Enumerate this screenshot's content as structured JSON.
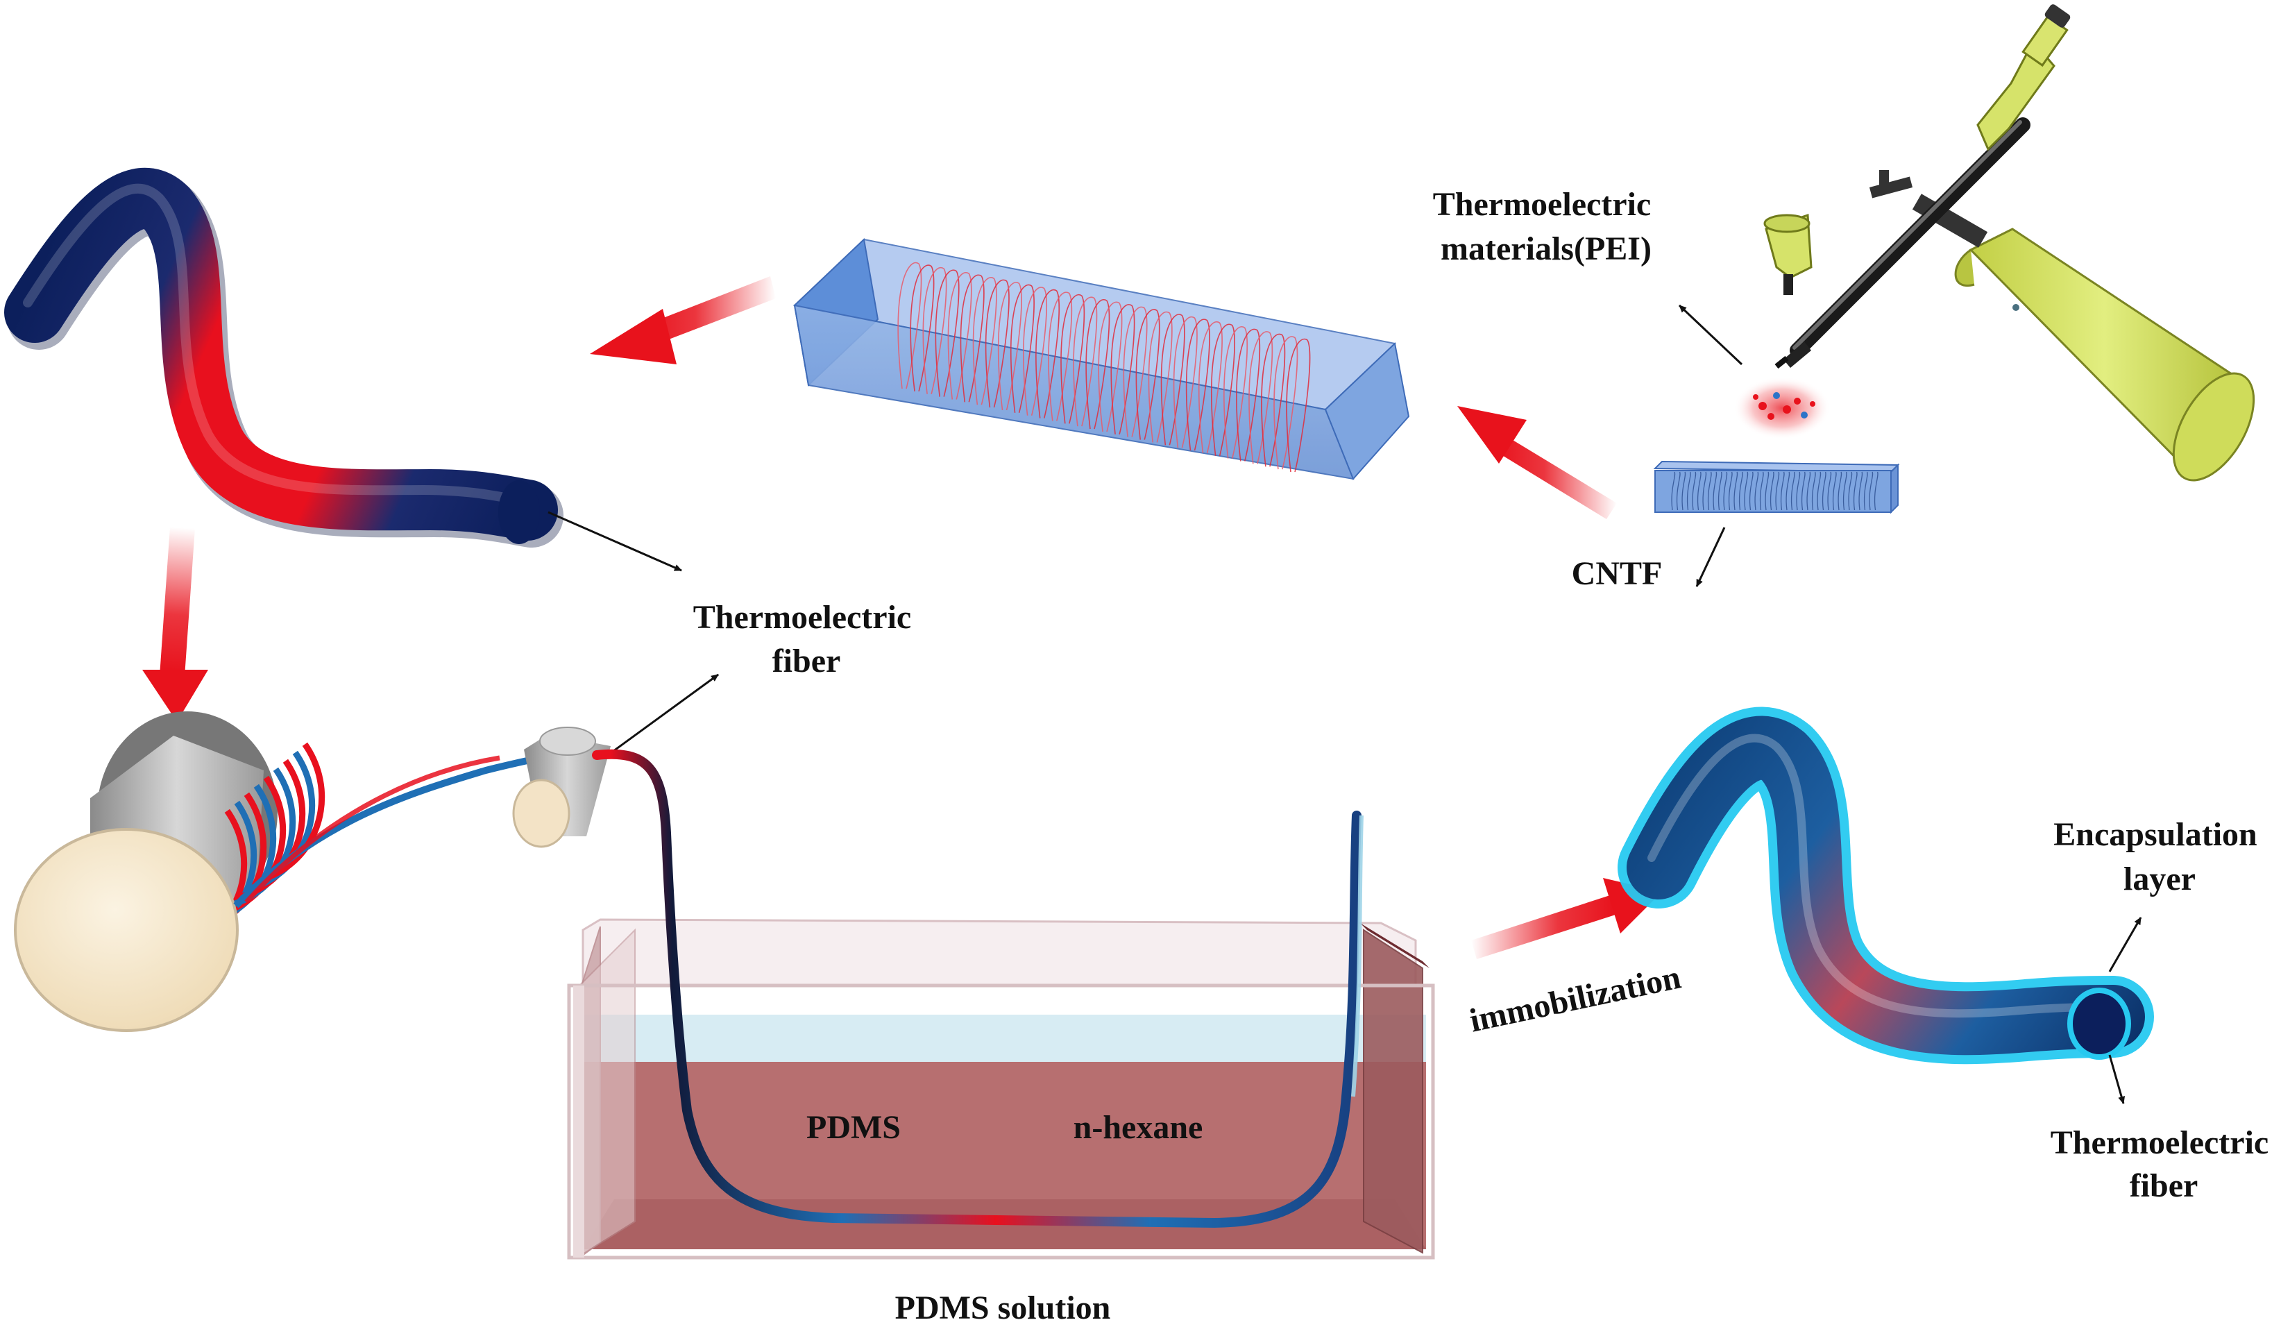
{
  "labels": {
    "thermoelectric_materials": [
      "Thermoelectric",
      "materials(PEI)"
    ],
    "cntf": "CNTF",
    "thermoelectric_fiber_top": [
      "Thermoelectric",
      "fiber"
    ],
    "pdms": "PDMS",
    "n_hexane": "n-hexane",
    "pdms_solution": "PDMS solution",
    "immobilization": "immobilization",
    "encapsulation_layer": [
      "Encapsulation",
      "layer"
    ],
    "thermoelectric_fiber_right": [
      "Thermoelectric",
      "fiber"
    ]
  },
  "colors": {
    "fiber_red": "#e8101e",
    "fiber_navy": "#0c1f5c",
    "fiber_blue": "#1f6fb5",
    "encapsulation_cyan": "#27c9f0",
    "glass_blue": "#5b8ed6",
    "pdms_solution": "#b76f70",
    "hexane_layer": "#d7ecf3",
    "spray_gun_body": "#d6e36a",
    "spool_face": "#f8ebd3",
    "arrow_red": "#e8121c"
  },
  "icons": {
    "spray_gun": "airbrush-icon",
    "spool": "spool-icon",
    "roller": "roller-icon"
  }
}
